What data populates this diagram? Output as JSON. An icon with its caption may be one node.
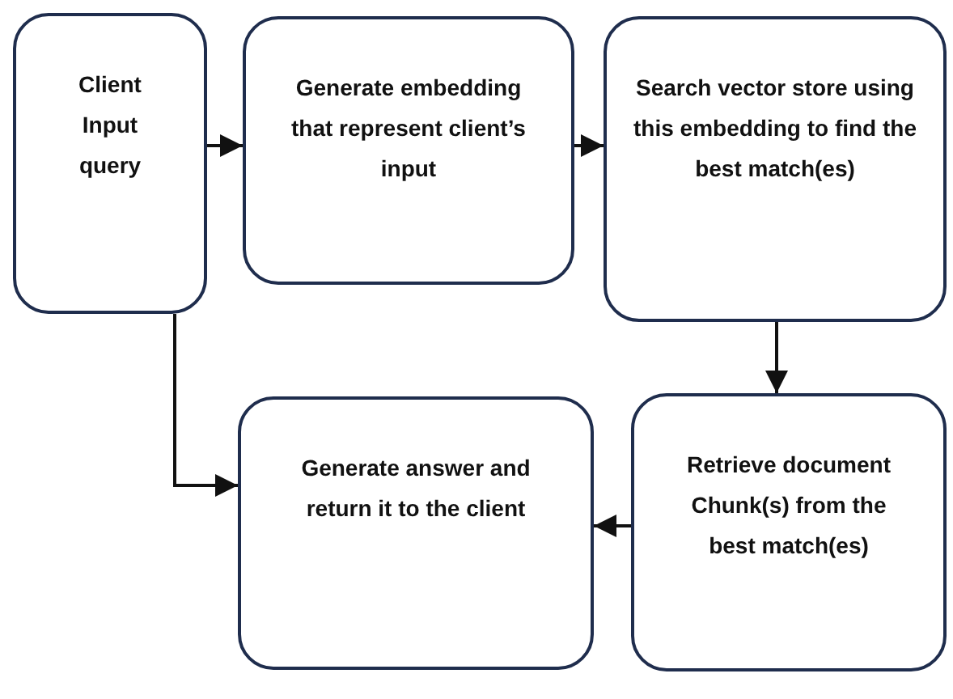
{
  "diagram": {
    "nodes": [
      {
        "text": [
          "Client Input query"
        ]
      },
      {
        "text": [
          "Generate embedding that represent client’s input"
        ]
      },
      {
        "text": [
          "Search vector store using this embedding to find the best match(es)"
        ]
      },
      {
        "text": [
          "Generate answer and return it to the client"
        ]
      },
      {
        "text": [
          "Retrieve document Chunk(s) from the best match(es)"
        ]
      }
    ],
    "edges": [
      {
        "from": 0,
        "to": 1,
        "arrow": "to"
      },
      {
        "from": 1,
        "to": 2,
        "arrow": "to"
      },
      {
        "from": 2,
        "to": 4,
        "arrow": "to"
      },
      {
        "from": 4,
        "to": 3,
        "arrow": "to"
      },
      {
        "from": 0,
        "to": 3,
        "arrow": "to"
      }
    ]
  }
}
